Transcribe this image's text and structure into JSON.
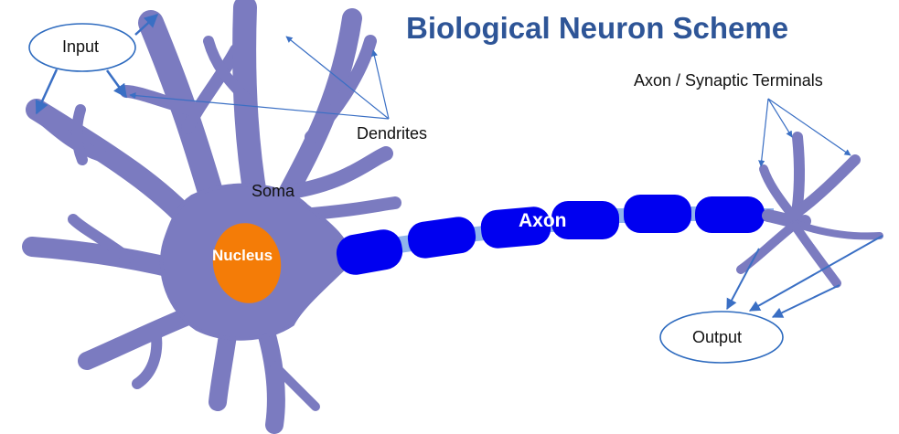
{
  "title": "Biological Neuron Scheme",
  "labels": {
    "input": "Input",
    "output": "Output",
    "dendrites": "Dendrites",
    "soma": "Soma",
    "nucleus": "Nucleus",
    "axon": "Axon",
    "axon_terminals": "Axon / Synaptic Terminals"
  },
  "colors": {
    "neuron_body": "#7b7bc0",
    "nucleus": "#f47c07",
    "myelin": "#0000f0",
    "node_of_ranvier": "#8fb4ec",
    "arrows": "#3a6fc4",
    "title": "#2e5597"
  }
}
